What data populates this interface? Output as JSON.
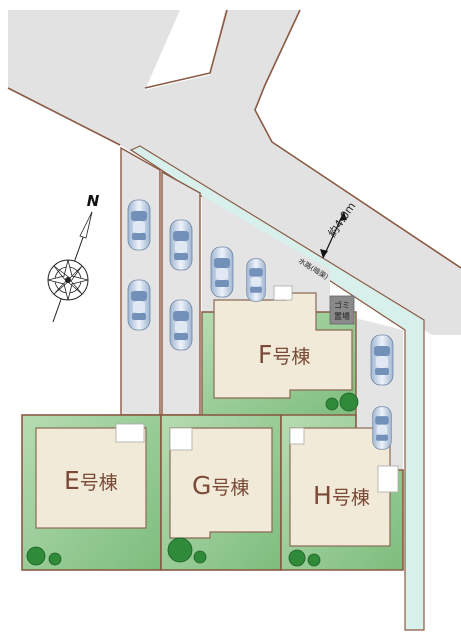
{
  "compass": {
    "north_label": "N"
  },
  "road": {
    "width_label": "約4.0m"
  },
  "waterway": {
    "label": "水路(暗渠)"
  },
  "garbage": {
    "line1": "ゴミ",
    "line2": "置場"
  },
  "buildings": [
    {
      "id": "E",
      "letter": "E",
      "suffix": "号棟"
    },
    {
      "id": "F",
      "letter": "F",
      "suffix": "号棟"
    },
    {
      "id": "G",
      "letter": "G",
      "suffix": "号棟"
    },
    {
      "id": "H",
      "letter": "H",
      "suffix": "号棟"
    }
  ],
  "colors": {
    "road": "#e2e2e2",
    "property_line": "#8a5a44",
    "lot_green": "#8cc58c",
    "building": "#f2ead8",
    "waterway": "#d8f0ec",
    "garbage": "#8a8a8a",
    "car": "#b9c9dd"
  }
}
